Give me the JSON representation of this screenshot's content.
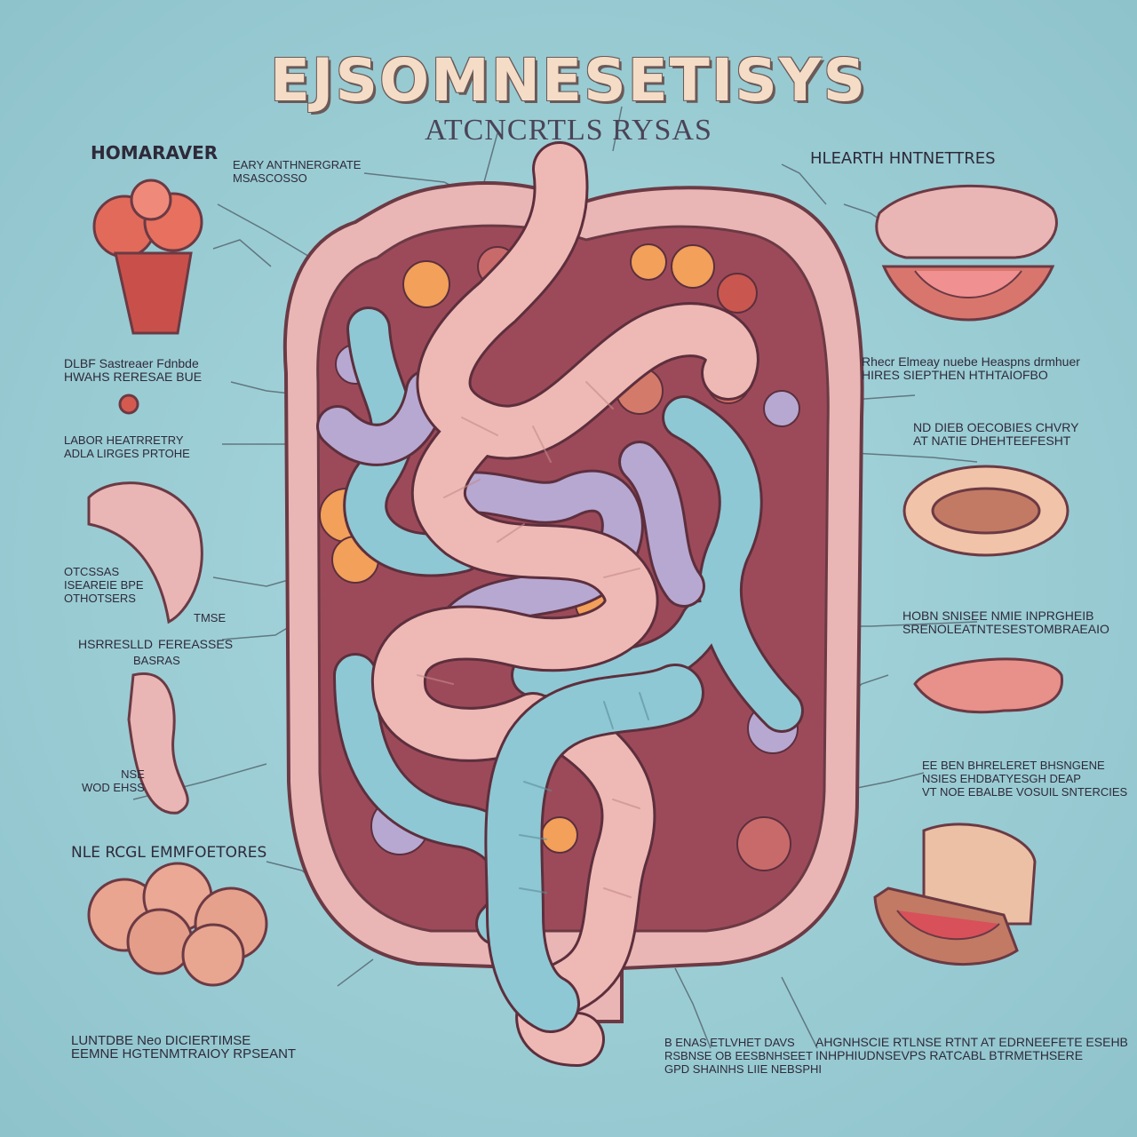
{
  "title": "EJSOMNESETISYS",
  "subtitle": "ATCNCRTLS RYSAS",
  "labels": {
    "top_left_heading": "HOMARAVER",
    "top_center": [
      "EARY ANTHNERGRATE",
      "MSASCOSSO"
    ],
    "top_right_heading": "HLEARTH HNTNETTRES",
    "left_1": [
      "DLBF Sastreaer Fdnbde",
      "HWAHS RERESAE BUE"
    ],
    "left_2": [
      "LABOR HEATRRETRY",
      "ADLA LIRGES PRTOHE"
    ],
    "left_3": [
      "OTCSSAS",
      "ISEAREIE BPE",
      "OTHOTSERS"
    ],
    "left_4a": "HSRRESLLD",
    "left_4b": "FEREASSES",
    "left_4c": "BASRAS",
    "left_4d": "TMSE",
    "left_5": [
      "NSE",
      "WOD EHSS"
    ],
    "bottom_left_heading": "NLE RCGL EMMFOETORES",
    "bottom_left": [
      "LUNTDBE Neo DICIERTIMSE",
      "EEMNE HGTENMTRAIOY RPSEANT"
    ],
    "right_1": [
      "Rhecr Elmeay nuebe Heaspns drmhuer",
      "HIRES SIEPTHEN HTHTAIOFBO"
    ],
    "right_2": [
      "ND DIEB OECOBIES CHVRY",
      "AT NATIE DHEHTEEFESHT"
    ],
    "right_3": [
      "HOBN SNISEE NMIE INPRGHEIB",
      "SRENOLEATNTESESTOMBRAEAIO"
    ],
    "right_4": [
      "EE BEN BHRELERET BHSNGENE",
      "NSIES EHDBATYESGH DEAP",
      "VT NOE EBALBE VOSUIL SNTERCIES"
    ],
    "bottom_center": [
      "B ENAS ETLVHET DAVS",
      "RSBNSE OB EESBNHSEET",
      "GPD SHAINHS LIIE NEBSPHI"
    ],
    "bottom_right": [
      "AHGNHSCIE RTLNSE RTNT AT EDRNEEFETE ESEHB",
      "INHPHIUDNSEVPS RATCABL BTRMETHSERE"
    ]
  },
  "colors": {
    "background": "#9fd0d8",
    "body_outline": "#e9b6b5",
    "cavity": "#9c4a5a",
    "pink_intestine": "#eeb9b5",
    "blue_intestine": "#8ec8d4",
    "lavender_intestine": "#b7a8d2",
    "orange_accent": "#f2a05a",
    "title_fill": "#f5dcc6"
  }
}
